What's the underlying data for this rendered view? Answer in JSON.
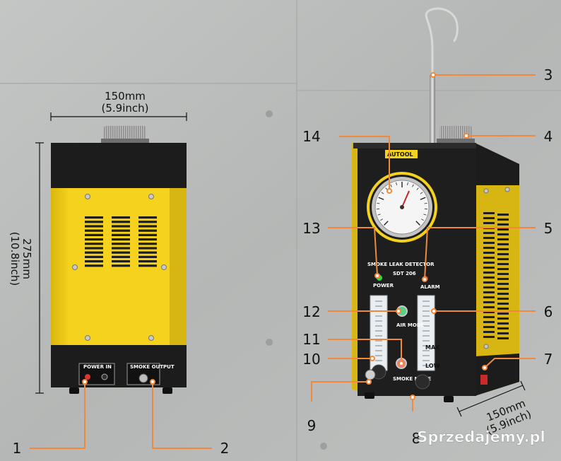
{
  "dimensions": {
    "width_top": "150mm",
    "width_top_inch": "(5.9inch)",
    "height": "275mm",
    "height_inch": "(10.8inch)",
    "width_bottom": "150mm",
    "width_bottom_inch": "(5.9inch)"
  },
  "back_panel": {
    "power_label": "POWER IN",
    "smoke_output_label": "SMOKE OUTPUT"
  },
  "front_panel": {
    "brand": "AUTOOL",
    "title": "SMOKE LEAK DETECTOR",
    "model": "SDT 206",
    "power": "POWER",
    "alarm": "ALARM",
    "air_mode": "AIR MODE",
    "smoke_mode": "SMOKE MODE",
    "max": "MAX",
    "low": "LOW"
  },
  "callouts": [
    "1",
    "2",
    "3",
    "4",
    "5",
    "6",
    "7",
    "8",
    "9",
    "10",
    "11",
    "12",
    "13",
    "14"
  ],
  "watermark": "Sprzedajemy.pl",
  "colors": {
    "callout_orange": "#f08a3a",
    "body_yellow": "#f4d21e",
    "body_black": "#1c1c1c",
    "background": "#b9bbb9"
  }
}
